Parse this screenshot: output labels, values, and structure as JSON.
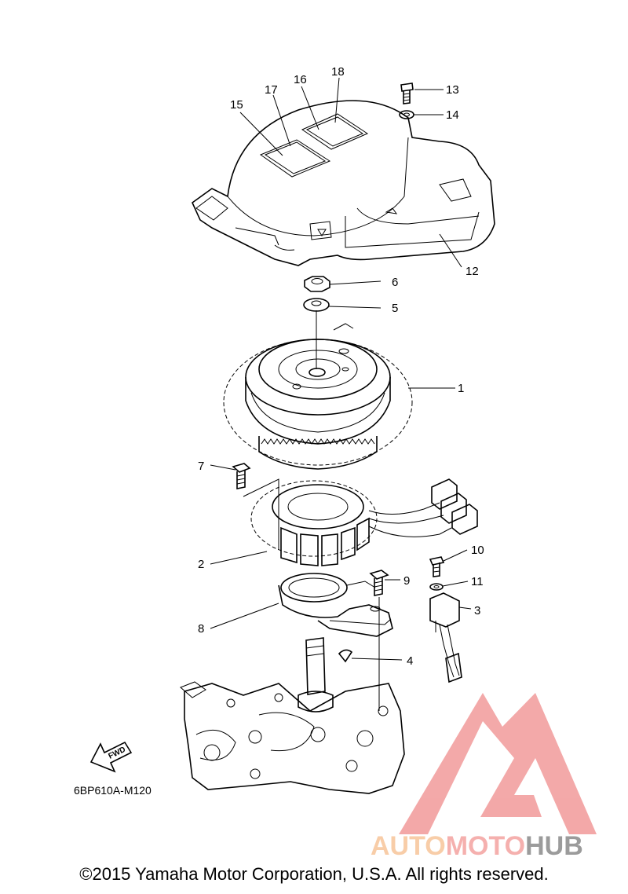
{
  "diagram": {
    "part_numbers": [
      "1",
      "2",
      "3",
      "4",
      "5",
      "6",
      "7",
      "8",
      "9",
      "10",
      "11",
      "12",
      "13",
      "14",
      "15",
      "16",
      "17",
      "18"
    ],
    "diagram_code": "6BP610A-M120",
    "fwd_label": "FWD"
  },
  "watermark": {
    "part_a": "AUTO",
    "part_b": "MOTO",
    "part_c": "HUB",
    "colors": {
      "auto": "#f7c59a",
      "moto": "#f4a3a0",
      "hub": "#8a8a8a",
      "logo": "#f19a9a"
    }
  },
  "footer": {
    "copyright": "©2015 Yamaha Motor Corporation, U.S.A. All rights reserved."
  }
}
